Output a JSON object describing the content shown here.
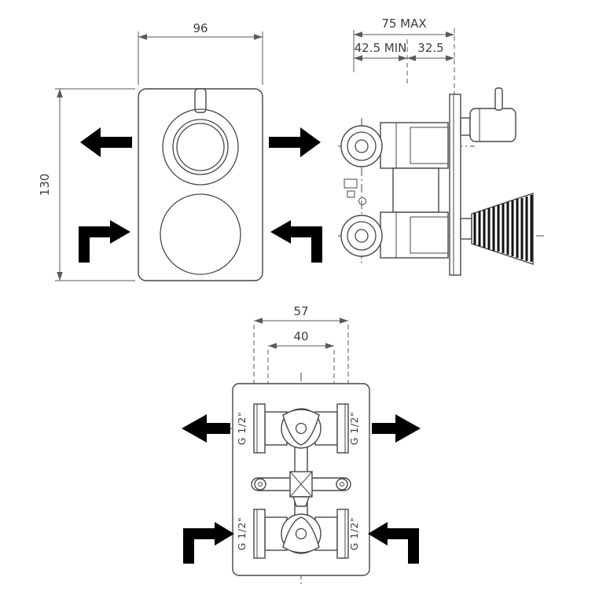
{
  "colors": {
    "line": "#474747",
    "arrow": "#000000",
    "background": "#ffffff"
  },
  "drawing": {
    "front_view": {
      "width": "96",
      "height": "130"
    },
    "side_view": {
      "max_depth": "75 MAX",
      "min_recess": "42.5 MIN",
      "projection": "32.5"
    },
    "plan_view": {
      "port_span": "57",
      "center_span": "40",
      "ports": [
        {
          "label": "G 1/2\""
        },
        {
          "label": "G 1/2\""
        },
        {
          "label": "G 1/2\""
        },
        {
          "label": "G 1/2\""
        }
      ]
    }
  }
}
